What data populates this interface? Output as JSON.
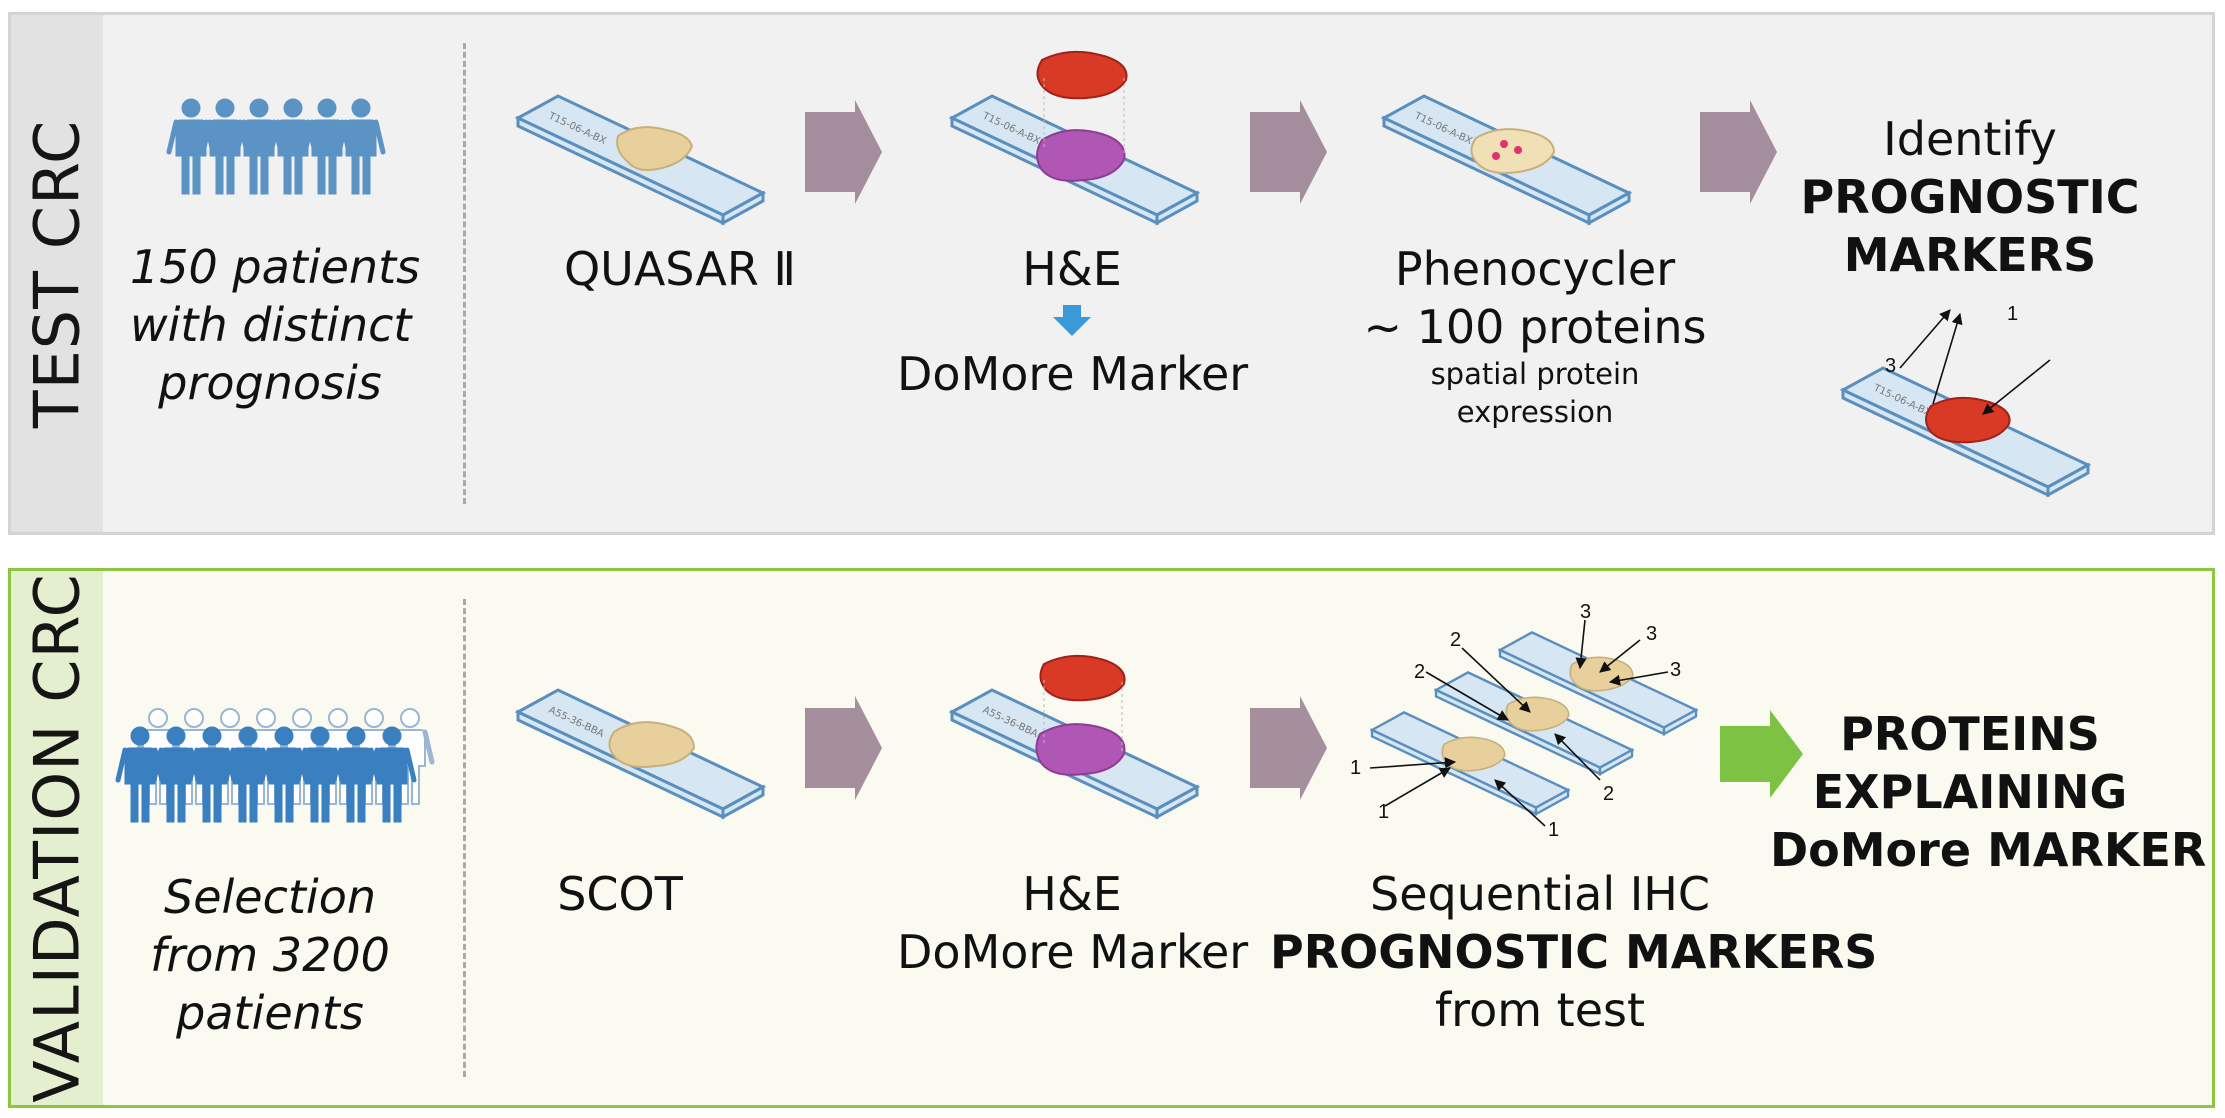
{
  "test_panel": {
    "side_label": "TEST CRC",
    "patients_text": [
      "150 patients",
      "with distinct",
      "prognosis"
    ],
    "cohort_label": "QUASAR Ⅱ",
    "slide_id": "T15-06-A-BX",
    "he_label": "H&E",
    "domore_label": "DoMore Marker",
    "pheno_label": "Phenocycler",
    "pheno_sub": "~ 100 proteins",
    "pheno_note": [
      "spatial protein",
      "expression"
    ],
    "identify_label": "Identify",
    "prognostic_line1": "PROGNOSTIC",
    "prognostic_line2": "MARKERS",
    "marker_numbers": [
      "1",
      "3"
    ]
  },
  "validation_panel": {
    "side_label": "VALIDATION CRC",
    "patients_text": [
      "Selection",
      "from 3200",
      "patients"
    ],
    "cohort_label": "SCOT",
    "slide_id": "A55-36-BBA",
    "he_label": "H&E",
    "domore_label": "DoMore Marker",
    "ihc_label": "Sequential IHC",
    "ihc_markers": "PROGNOSTIC MARKERS",
    "ihc_from": "from test",
    "result_lines": [
      "PROTEINS",
      "EXPLAINING",
      "DoMore MARKER"
    ],
    "marker_numbers": [
      "1",
      "2",
      "3"
    ]
  },
  "colors": {
    "person_test": "#5b93c5",
    "person_val": "#3a7fc0",
    "arrow_grey": "#8a6b80",
    "arrow_green": "#7dc242",
    "arrow_blue": "#3a9ad9",
    "slide_glass": "#d6e6f2",
    "slide_edge": "#5a8fbd",
    "tissue": "#e8d09c",
    "he_purple": "#b056b4",
    "heat_red": "#d83a26"
  }
}
